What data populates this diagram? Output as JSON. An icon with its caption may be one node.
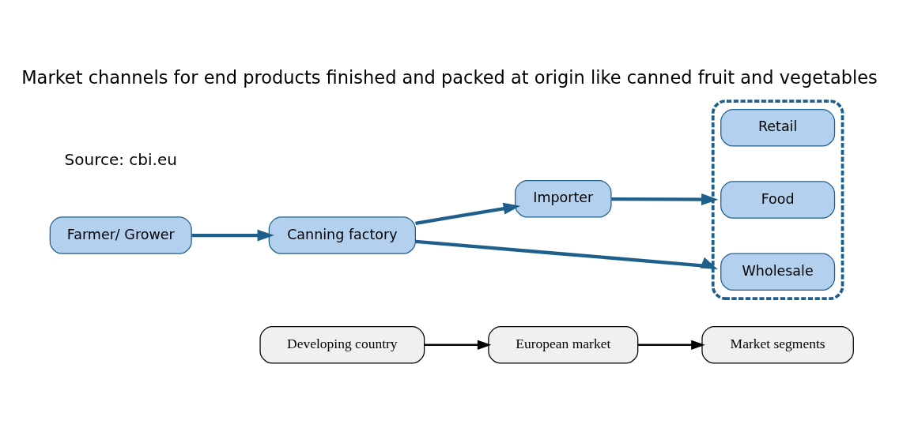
{
  "diagram": {
    "title": "Market channels for end products finished and packed at origin like canned fruit and vegetables",
    "caption": "Source: cbi.eu",
    "nodes": [
      {
        "text": [
          "Developing country"
        ]
      },
      {
        "text": [
          "European market"
        ]
      },
      {
        "text": [
          "Market segments"
        ]
      },
      {
        "text": [
          "Farmer/ Grower"
        ]
      },
      {
        "text": [
          "Canning factory"
        ]
      },
      {
        "text": [
          "Importer"
        ]
      },
      {
        "text": [],
        "shape": "box"
      },
      {
        "text": [
          "Retail"
        ],
        "in": 6
      },
      {
        "text": [
          "Food"
        ],
        "in": 6
      },
      {
        "text": [
          "Wholesale"
        ],
        "in": 6
      }
    ],
    "edges": [
      {
        "from": 0,
        "to": 1,
        "arrow": "to",
        "color": "#000000"
      },
      {
        "from": 1,
        "to": 2,
        "arrow": "to",
        "color": "#000000"
      },
      {
        "from": 3,
        "to": 4,
        "arrow": "to"
      },
      {
        "from": 4,
        "to": 5,
        "arrow": "to"
      },
      {
        "from": 5,
        "to": 6,
        "arrow": "to"
      },
      {
        "from": 4,
        "to": 6,
        "arrow": "to"
      }
    ]
  }
}
